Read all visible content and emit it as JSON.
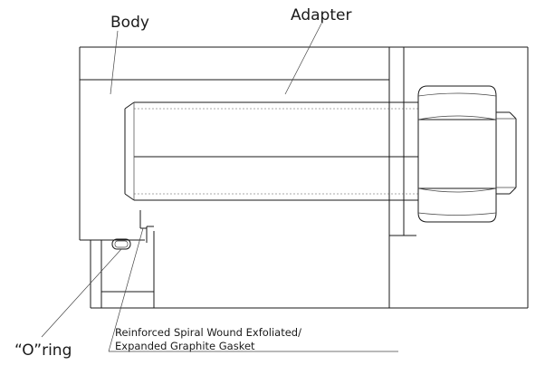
{
  "labels": {
    "body": "Body",
    "adapter": "Adapter",
    "o_ring": "“O”ring",
    "gasket_line1": "Reinforced Spiral Wound Exfoliated/",
    "gasket_line2": "Expanded Graphite Gasket"
  },
  "colors": {
    "line": "#1a1a1a",
    "background": "#ffffff"
  }
}
